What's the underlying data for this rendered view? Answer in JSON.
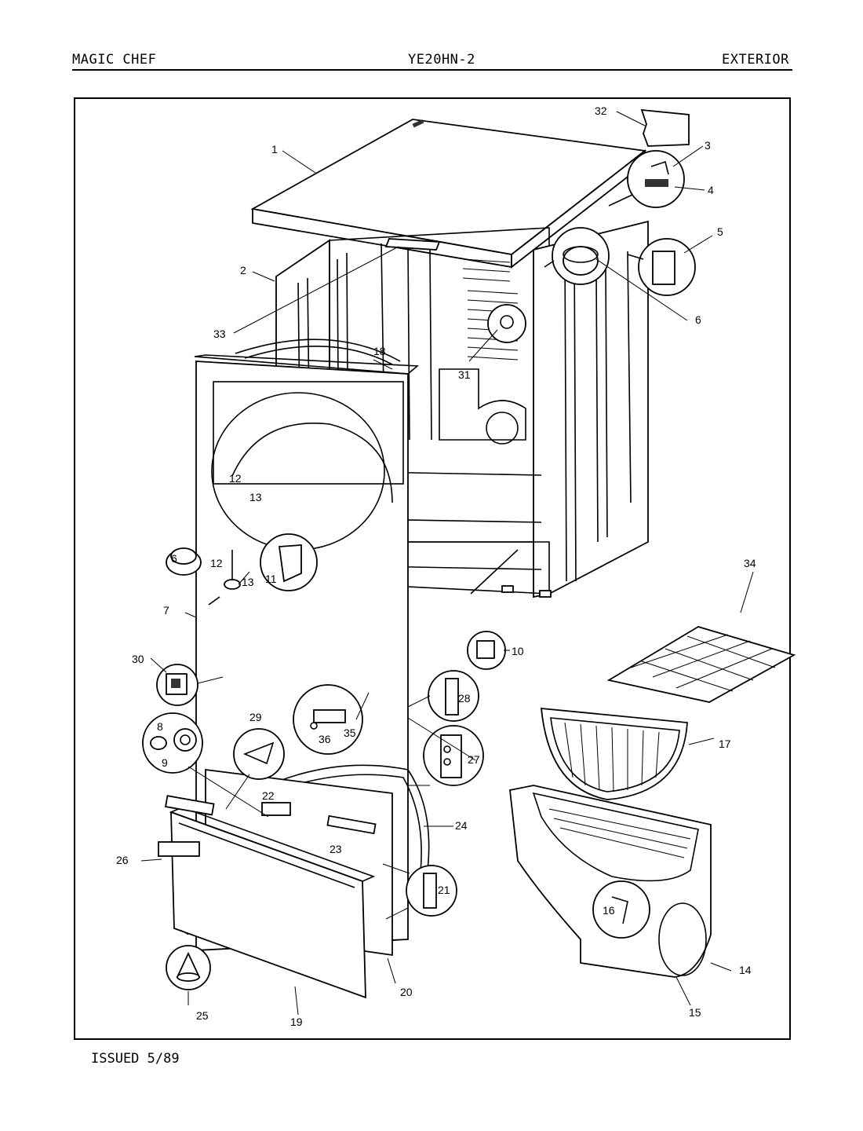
{
  "header": {
    "brand": "MAGIC CHEF",
    "model": "YE20HN-2",
    "section": "EXTERIOR"
  },
  "footer": {
    "issued": "ISSUED 5/89"
  },
  "callouts": {
    "c1": "1",
    "c2": "2",
    "c3": "3",
    "c4": "4",
    "c5": "5",
    "c6a": "6",
    "c6b": "6",
    "c7": "7",
    "c8": "8",
    "c9": "9",
    "c10": "10",
    "c11": "11",
    "c12a": "12",
    "c13a": "13",
    "c12b": "12",
    "c13b": "13",
    "c14": "14",
    "c15": "15",
    "c16": "16",
    "c17": "17",
    "c18": "18",
    "c19": "19",
    "c20": "20",
    "c21": "21",
    "c22": "22",
    "c23": "23",
    "c24": "24",
    "c25": "25",
    "c26": "26",
    "c27": "27",
    "c28": "28",
    "c29": "29",
    "c30": "30",
    "c31": "31",
    "c32": "32",
    "c33": "33",
    "c34": "34",
    "c35": "35",
    "c36": "36"
  }
}
